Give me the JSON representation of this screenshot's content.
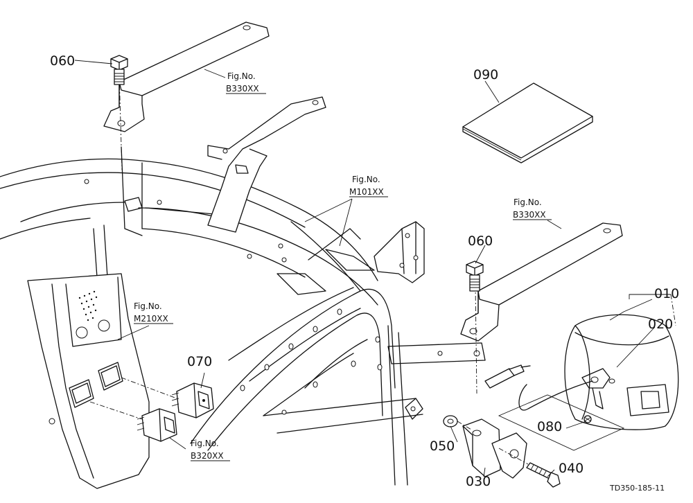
{
  "callouts": {
    "p010": "010",
    "p020": "020",
    "p030": "030",
    "p040": "040",
    "p050": "050",
    "p060a": "060",
    "p060b": "060",
    "p070": "070",
    "p080": "080",
    "p090": "090"
  },
  "fig_refs": {
    "b330_top": {
      "label": "Fig.No.",
      "number": "B330XX"
    },
    "b330_right": {
      "label": "Fig.No.",
      "number": "B330XX"
    },
    "m101": {
      "label": "Fig.No.",
      "number": "M101XX"
    },
    "m210": {
      "label": "Fig.No.",
      "number": "M210XX"
    },
    "b320": {
      "label": "Fig.No.",
      "number": "B320XX"
    }
  },
  "diagram_code": "TD350-185-11"
}
